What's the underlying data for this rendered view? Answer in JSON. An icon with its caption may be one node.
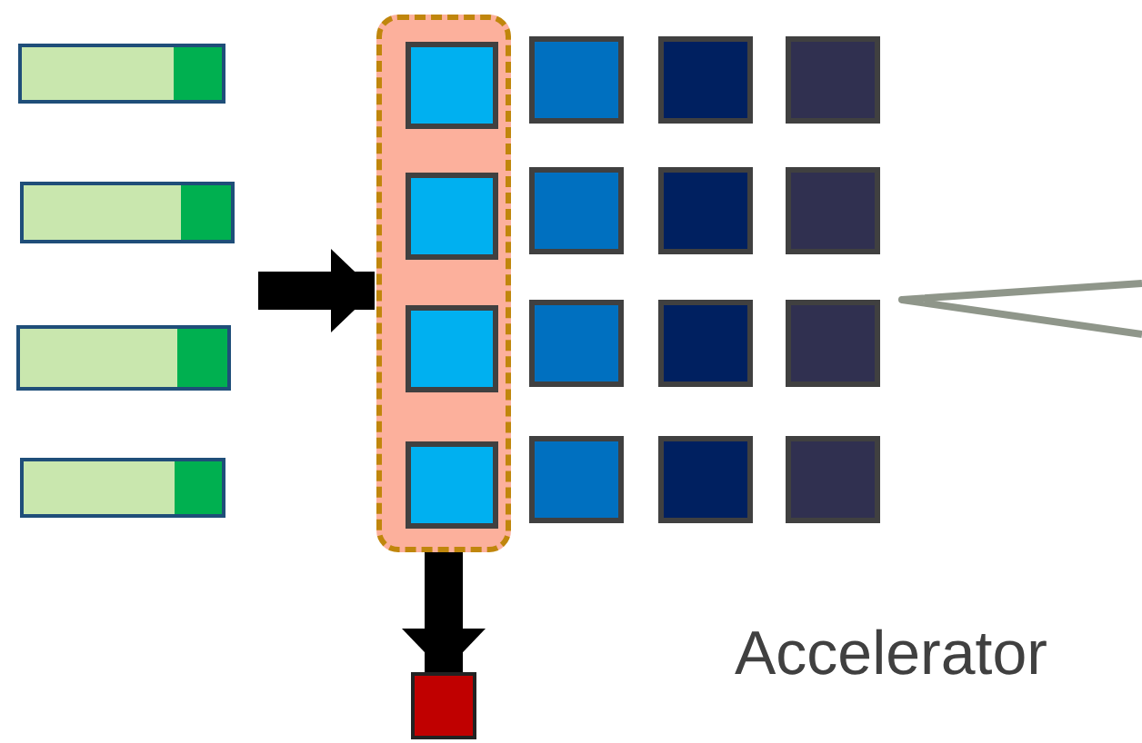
{
  "diagram": {
    "nodes": [
      {
        "text": [],
        "shape": "bar"
      },
      {
        "text": [],
        "shape": "bar"
      },
      {
        "text": [],
        "shape": "bar"
      },
      {
        "text": [],
        "shape": "bar"
      },
      {
        "text": [],
        "shape": "box"
      },
      {
        "text": [],
        "shape": "box",
        "in": 4
      },
      {
        "text": [],
        "shape": "box",
        "in": 4
      },
      {
        "text": [],
        "shape": "box",
        "in": 4
      },
      {
        "text": [],
        "shape": "box",
        "in": 4
      },
      {
        "text": [],
        "shape": "box"
      },
      {
        "text": [],
        "shape": "box"
      },
      {
        "text": [],
        "shape": "box"
      },
      {
        "text": [],
        "shape": "box"
      },
      {
        "text": [],
        "shape": "box"
      },
      {
        "text": [],
        "shape": "box"
      },
      {
        "text": [],
        "shape": "box"
      },
      {
        "text": [],
        "shape": "box"
      },
      {
        "text": [],
        "shape": "box"
      },
      {
        "text": [],
        "shape": "box"
      },
      {
        "text": [],
        "shape": "box"
      },
      {
        "text": [],
        "shape": "box"
      },
      {
        "text": [],
        "shape": "box"
      }
    ],
    "edges": [
      {
        "from": null,
        "to": 4,
        "arrow": "to"
      },
      {
        "from": 4,
        "to": 21,
        "arrow": "to"
      }
    ],
    "labels": [
      "Accelerator"
    ]
  }
}
